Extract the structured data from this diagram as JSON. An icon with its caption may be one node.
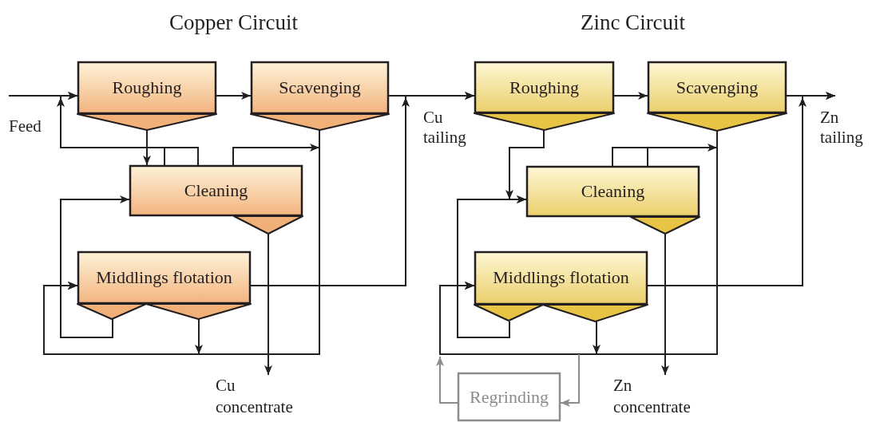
{
  "diagram": {
    "nodes": [
      {
        "text": [
          "Roughing"
        ]
      },
      {
        "text": [
          "Scavenging"
        ]
      },
      {
        "text": [
          "Cleaning"
        ]
      },
      {
        "text": [
          "Middlings flotation"
        ]
      },
      {
        "text": [
          "Roughing"
        ]
      },
      {
        "text": [
          "Scavenging"
        ]
      },
      {
        "text": [
          "Cleaning"
        ]
      },
      {
        "text": [
          "Middlings flotation"
        ]
      },
      {
        "text": [
          "Regrinding"
        ]
      },
      {
        "text": [
          "Cu concentrate"
        ]
      },
      {
        "text": [
          "Zn concentrate"
        ]
      }
    ],
    "edges": [
      {
        "from": null,
        "to": 0,
        "arrow": "to"
      },
      {
        "from": 0,
        "to": 1,
        "arrow": "to"
      },
      {
        "from": 1,
        "to": 4,
        "arrow": "to"
      },
      {
        "from": 0,
        "to": 2,
        "arrow": "to"
      },
      {
        "from": 2,
        "to": 0,
        "arrow": "to"
      },
      {
        "from": 2,
        "to": 3,
        "arrow": "to"
      },
      {
        "from": 1,
        "to": 3,
        "arrow": "to"
      },
      {
        "from": 3,
        "to": 3,
        "arrow": "to"
      },
      {
        "from": 3,
        "to": 2,
        "arrow": "to"
      },
      {
        "from": 2,
        "to": 9,
        "arrow": "to"
      },
      {
        "from": 3,
        "to": 4,
        "arrow": "to"
      },
      {
        "from": 4,
        "to": 5,
        "arrow": "to"
      },
      {
        "from": 5,
        "to": null,
        "arrow": "to"
      },
      {
        "from": 4,
        "to": 6,
        "arrow": "to"
      },
      {
        "from": 6,
        "to": 7,
        "arrow": "to"
      },
      {
        "from": 5,
        "to": 7,
        "arrow": "to"
      },
      {
        "from": 7,
        "to": 7,
        "arrow": "to"
      },
      {
        "from": 7,
        "to": 6,
        "arrow": "to"
      },
      {
        "from": 6,
        "to": 10,
        "arrow": "to"
      },
      {
        "from": 7,
        "to": null,
        "arrow": "to"
      },
      {
        "from": null,
        "to": 8,
        "arrow": "to",
        "color": "#8c8c8c"
      },
      {
        "from": 8,
        "to": null,
        "arrow": "to",
        "color": "#8c8c8c"
      }
    ],
    "labels": [
      "Copper Circuit",
      "Zinc Circuit",
      "Feed",
      "Cu tailing",
      "Zn tailing"
    ]
  }
}
